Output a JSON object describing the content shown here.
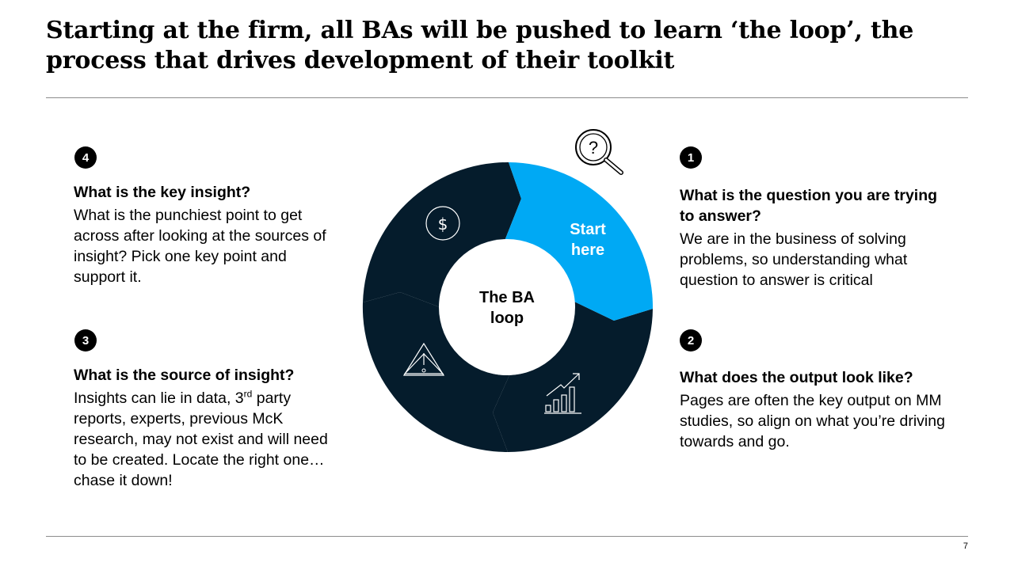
{
  "title": "Starting at the firm, all BAs will be pushed to learn ‘the loop’, the process that drives development of their toolkit",
  "page_number": "7",
  "center_label": {
    "line1": "The BA",
    "line2": "loop"
  },
  "start_label": {
    "line1": "Start",
    "line2": "here"
  },
  "colors": {
    "dark_navy": "#051c2c",
    "accent_blue": "#00a9f4",
    "rule_gray": "#8c8c8c"
  },
  "icons": [
    "magnifier-question-icon",
    "dollar-icon",
    "warning-icon",
    "growth-chart-icon"
  ],
  "steps": {
    "s1": {
      "number": "1",
      "heading": "What is the question you are trying to answer?",
      "body": "We are in the business of solving problems, so understanding what question to answer is critical"
    },
    "s2": {
      "number": "2",
      "heading": "What does the output look like?",
      "body": "Pages are often the key output on MM studies, so align on what you’re driving towards and go."
    },
    "s3": {
      "number": "3",
      "heading": "What is the source of insight?",
      "body_before": "Insights can lie in data, 3",
      "body_sup": "rd",
      "body_after": " party reports, experts, previous McK research, may not exist and will need to be created. Locate the right one… chase it down!"
    },
    "s4": {
      "number": "4",
      "heading": "What is the key insight?",
      "body": "What is the punchiest point to get across after looking at the sources of insight? Pick one key point and support it."
    }
  }
}
